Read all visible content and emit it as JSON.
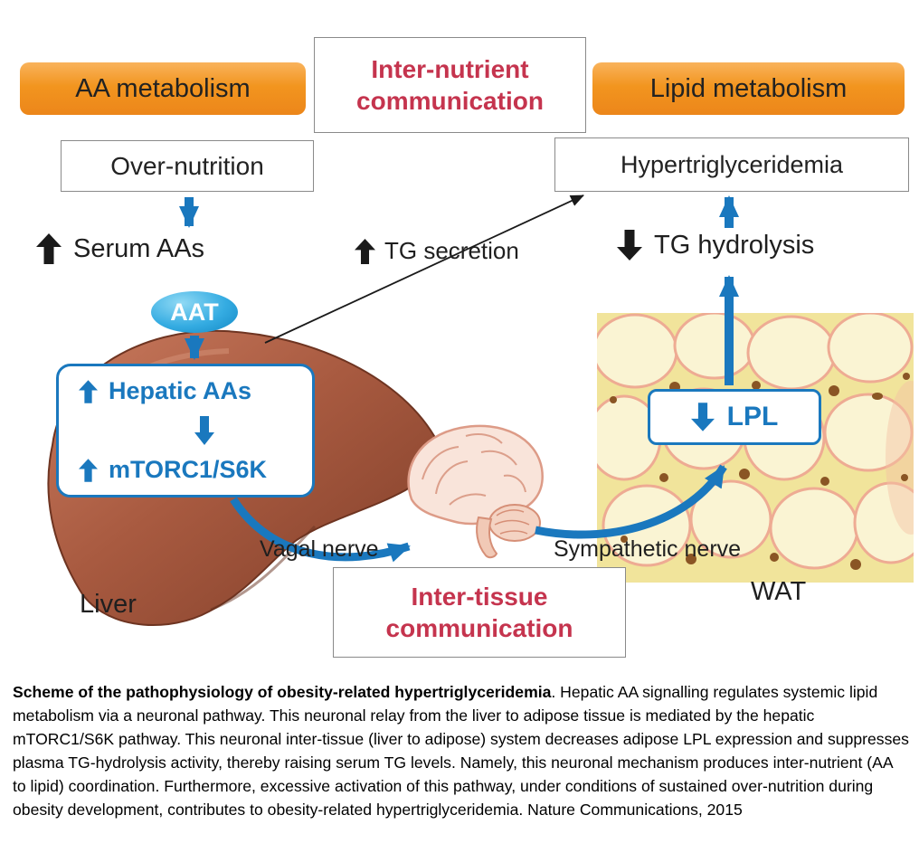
{
  "diagram": {
    "boxes": {
      "aa_metabolism": "AA metabolism",
      "inter_nutrient": "Inter-nutrient\ncommunication",
      "lipid_metabolism": "Lipid metabolism",
      "over_nutrition": "Over-nutrition",
      "hypertriglyceridemia": "Hypertriglyceridemia",
      "inter_tissue": "Inter-tissue\ncommunication"
    },
    "labels": {
      "serum_aas": "Serum AAs",
      "tg_secretion": "TG secretion",
      "tg_hydrolysis": "TG hydrolysis",
      "aat": "AAT",
      "hepatic_aas": "Hepatic AAs",
      "mtorc1_s6k": "mTORC1/S6K",
      "lpl": "LPL",
      "vagal_nerve": "Vagal nerve",
      "sympathetic_nerve": "Sympathetic nerve",
      "liver": "Liver",
      "wat": "WAT"
    }
  },
  "caption": {
    "bold": "Scheme of the pathophysiology of obesity-related hypertriglyceridemia",
    "rest": ". Hepatic AA signalling regulates systemic lipid metabolism via a neuronal pathway. This neuronal relay from the liver to adipose tissue is mediated by the hepatic mTORC1/S6K pathway. This neuronal inter-tissue (liver to adipose) system decreases adipose LPL expression and suppresses plasma TG-hydrolysis activity, thereby raising serum TG levels. Namely, this neuronal mechanism produces inter-nutrient (AA to lipid) coordination. Furthermore, excessive activation of this pathway, under conditions of sustained over-nutrition during obesity development, contributes to obesity-related hypertriglyceridemia. Nature Communications, 2015"
  },
  "colors": {
    "blue": "#1a78be",
    "red_text": "#c5344e",
    "orange_top": "#f9b35c",
    "orange_bottom": "#ec861a",
    "ink": "#1a1a1a"
  }
}
